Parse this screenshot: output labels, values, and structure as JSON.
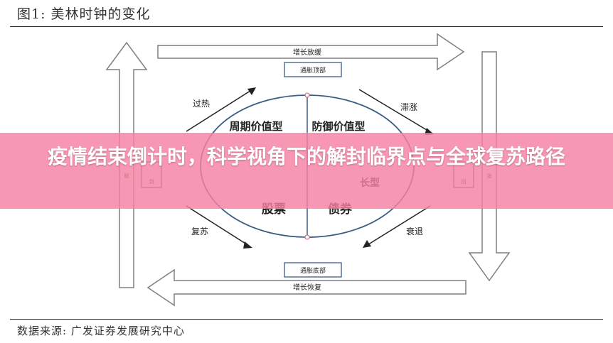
{
  "figure_title": "图1:  美林时钟的变化",
  "source": "数据来源:  广发证券发展研究中心",
  "diagram": {
    "top_arrow": "增长放缓",
    "bottom_arrow": "增长恢复",
    "top_box": "通胀顶部",
    "bottom_box": "通胀底部",
    "left_box": "通胀见到",
    "right_box": "通胀见到",
    "quadrant_tl": "周期价值型",
    "quadrant_tr": "防御价值型",
    "quadrant_bl_asset": "股票",
    "quadrant_br_asset": "债券",
    "quadrant_br_style": "长型",
    "phase_tl": "过热",
    "phase_tr": "滞涨",
    "phase_bl": "复苏",
    "phase_br": "衰退",
    "colors": {
      "circle": "#3a5d86",
      "arrow_fill": "#ffffff",
      "arrow_stroke": "#7f7f7f",
      "box_stroke": "#3a5d86"
    }
  },
  "headline": "疫情结束倒计时，科学视角下的解封临界点与全球复苏路径"
}
